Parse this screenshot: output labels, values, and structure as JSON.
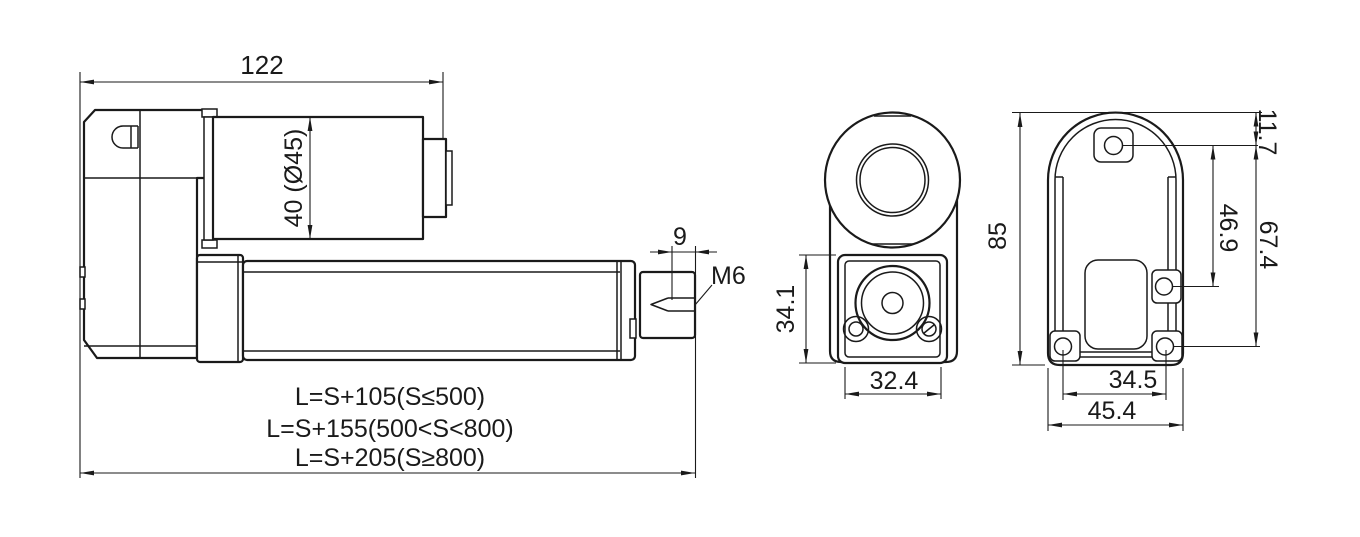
{
  "drawing": {
    "type": "technical-dimension-drawing",
    "subject": "linear-actuator",
    "colors": {
      "line": "#1a1a1a",
      "background": "#ffffff"
    },
    "side_view": {
      "dim_motor_length": "122",
      "dim_motor_diameter": "40 (Ø45)",
      "dim_rod_thread_length": "9",
      "thread_label": "M6",
      "formulas": [
        "L=S+105(S≤500)",
        "L=S+155(500<S<800)",
        "L=S+205(S≥800)"
      ]
    },
    "front_view": {
      "dim_plate_height": "34.1",
      "dim_plate_width": "32.4"
    },
    "end_view": {
      "dim_overall_height": "85",
      "dim_top_hole_offset": "11.7",
      "dim_side_hole_offset": "46.9",
      "dim_bottom_hole_offset": "67.4",
      "dim_hole_spacing": "34.5",
      "dim_overall_width": "45.4"
    }
  }
}
